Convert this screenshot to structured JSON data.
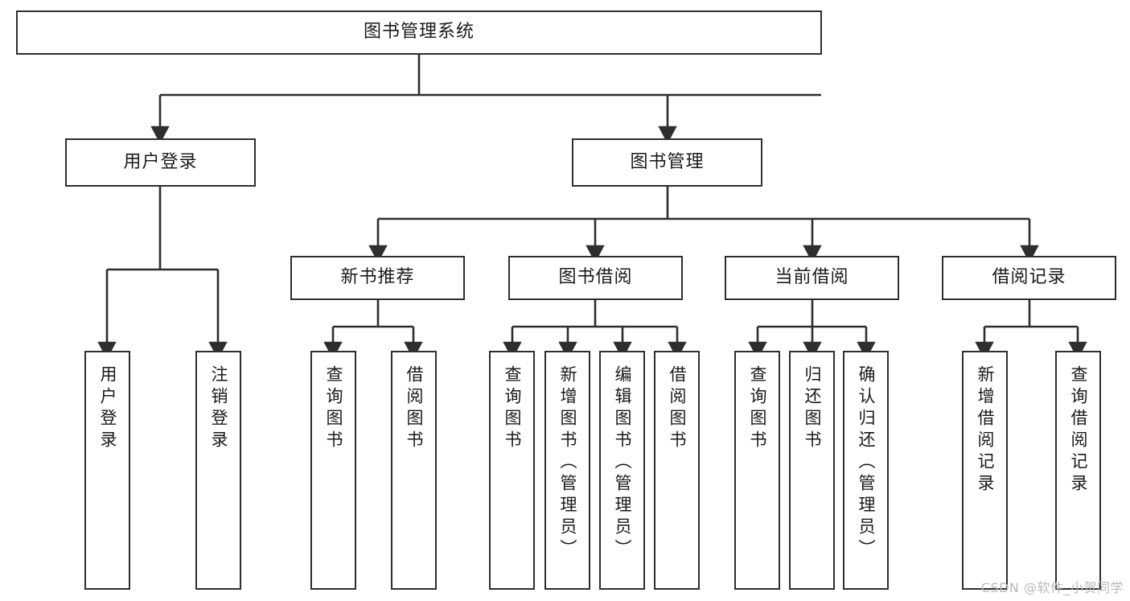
{
  "diagram": {
    "title": "图书管理系统",
    "type": "hierarchy-tree",
    "orientation": "top-down",
    "watermark": "CSDN @软件_小贺同学",
    "colors": {
      "box_border": "#2e2e2e",
      "box_fill": "#ffffff",
      "connector": "#2e2e2e",
      "text": "#1a1a1a",
      "watermark": "#b9b9b9",
      "background": "#ffffff"
    },
    "root": {
      "label": "图书管理系统"
    },
    "level2": [
      {
        "label": "用户登录"
      },
      {
        "label": "图书管理"
      }
    ],
    "level3": [
      {
        "label": "新书推荐"
      },
      {
        "label": "图书借阅"
      },
      {
        "label": "当前借阅"
      },
      {
        "label": "借阅记录"
      }
    ],
    "leaves": {
      "user_login": [
        {
          "label": "用户登录"
        },
        {
          "label": "注销登录"
        }
      ],
      "new_book_recommend": [
        {
          "label": "查询图书"
        },
        {
          "label": "借阅图书"
        }
      ],
      "book_borrow": [
        {
          "label": "查询图书"
        },
        {
          "label": "新增图书（管理员）"
        },
        {
          "label": "编辑图书（管理员）"
        },
        {
          "label": "借阅图书"
        }
      ],
      "current_borrow": [
        {
          "label": "查询图书"
        },
        {
          "label": "归还图书"
        },
        {
          "label": "确认归还（管理员）"
        }
      ],
      "borrow_record": [
        {
          "label": "新增借阅记录"
        },
        {
          "label": "查询借阅记录"
        }
      ]
    }
  }
}
